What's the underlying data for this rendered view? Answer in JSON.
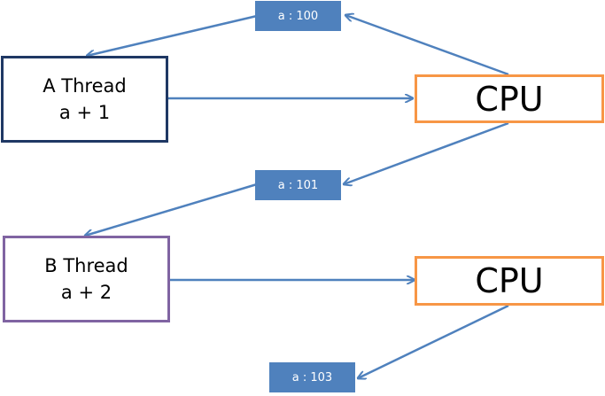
{
  "threads": [
    {
      "title": "A Thread",
      "operation": "a + 1",
      "border_color": "#1f3864"
    },
    {
      "title": "B Thread",
      "operation": "a + 2",
      "border_color": "#8064a2"
    }
  ],
  "cpus": [
    {
      "label": "CPU"
    },
    {
      "label": "CPU"
    }
  ],
  "value_tags": [
    {
      "label": "a : 100"
    },
    {
      "label": "a : 101"
    },
    {
      "label": "a : 103"
    }
  ],
  "colors": {
    "arrow": "#4f81bd",
    "cpu_border": "#f79646",
    "tag_fill": "#4f81bd",
    "tag_text": "#ffffff"
  }
}
